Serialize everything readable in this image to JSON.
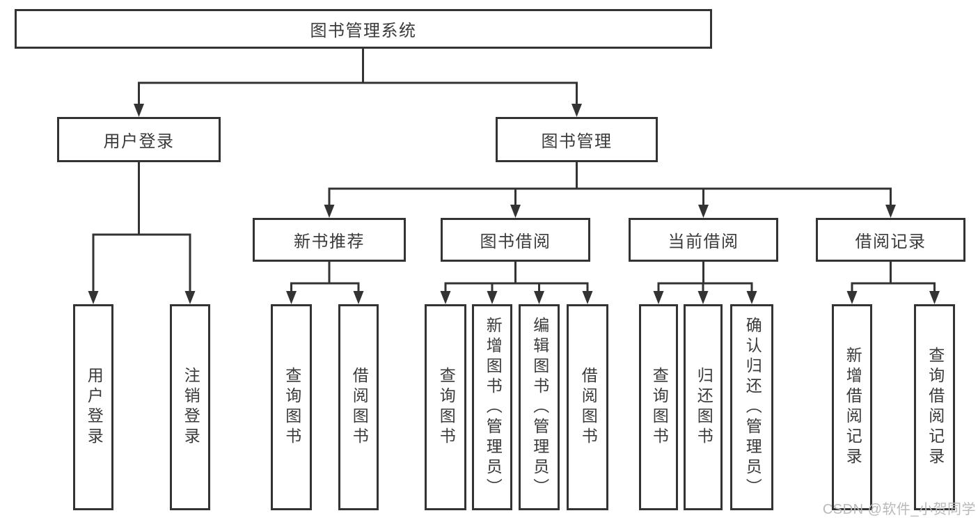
{
  "diagram": {
    "title_node": "图书管理系统",
    "level2": {
      "user_login": "用户登录",
      "book_management": "图书管理"
    },
    "level3": {
      "new_book_recommend": "新书推荐",
      "book_borrowing": "图书借阅",
      "current_borrowing": "当前借阅",
      "borrowing_records": "借阅记录"
    },
    "leaves": {
      "user_login": "用户登录",
      "logout": "注销登录",
      "nb_query_books": "查询图书",
      "nb_borrow_books": "借阅图书",
      "bb_query_books": "查询图书",
      "bb_add_books_admin": "新增图书（管理员）",
      "bb_edit_books_admin": "编辑图书（管理员）",
      "bb_borrow_books": "借阅图书",
      "cb_query_books": "查询图书",
      "cb_return_books": "归还图书",
      "cb_confirm_return_admin": "确认归还（管理员）",
      "br_add_record": "新增借阅记录",
      "br_query_record": "查询借阅记录"
    }
  },
  "watermark": "CSDN @软件_小贺同学",
  "colors": {
    "line": "#333333",
    "box_border": "#333333",
    "text": "#3a3a3a",
    "watermark": "#b9b9b9",
    "background": "#ffffff"
  }
}
